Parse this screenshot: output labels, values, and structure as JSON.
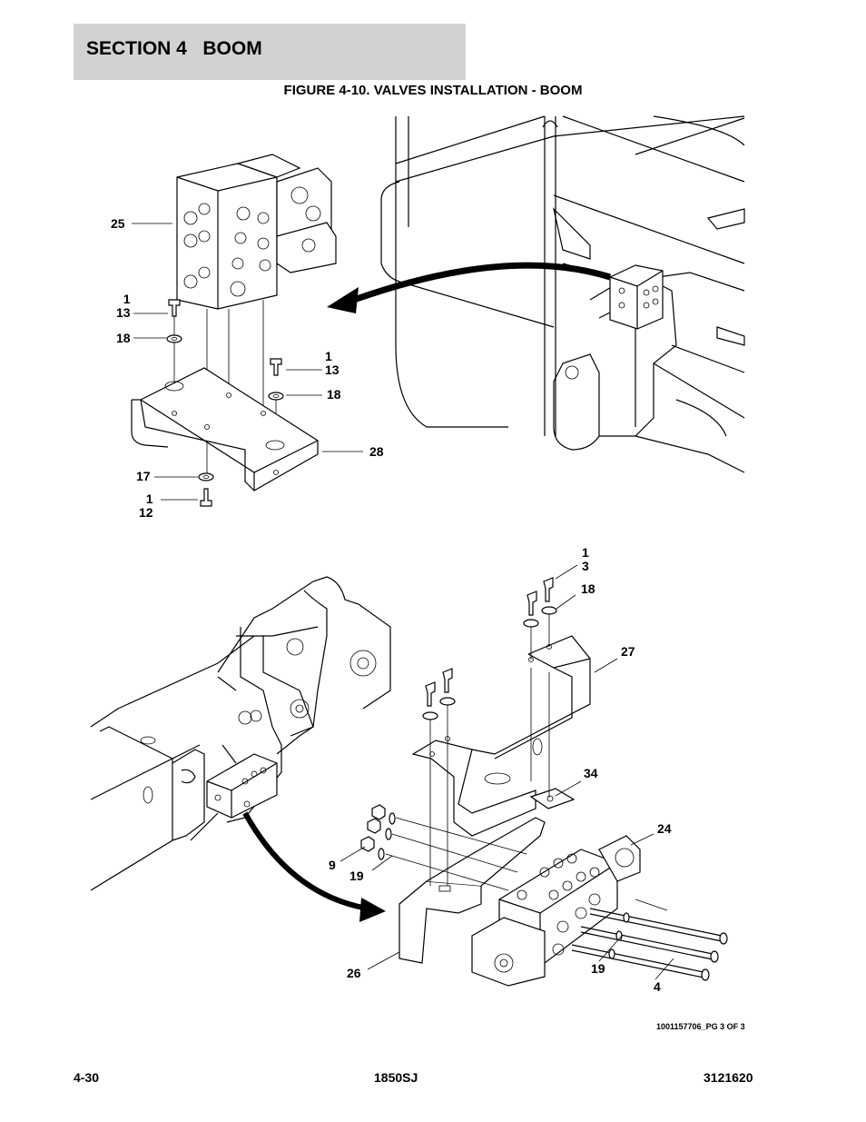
{
  "header": {
    "section": "SECTION 4   BOOM",
    "figure_title": "FIGURE 4-10. VALVES INSTALLATION - BOOM"
  },
  "callouts": {
    "c25": "25",
    "c1_13_left": "1\n13",
    "c18_left": "18",
    "c1_13_right": "1\n13",
    "c18_right": "18",
    "c28": "28",
    "c17": "17",
    "c1_12": "1\n12",
    "c1_3": "1\n3",
    "c18_lower": "18",
    "c27": "27",
    "c34": "34",
    "c24": "24",
    "c9": "9",
    "c19_left": "19",
    "c19_right": "19",
    "c26": "26",
    "c4": "4"
  },
  "document_number": "1001157706_PG 3 OF 3",
  "footer": {
    "page": "4-30",
    "model": "1850SJ",
    "manual": "3121620"
  }
}
